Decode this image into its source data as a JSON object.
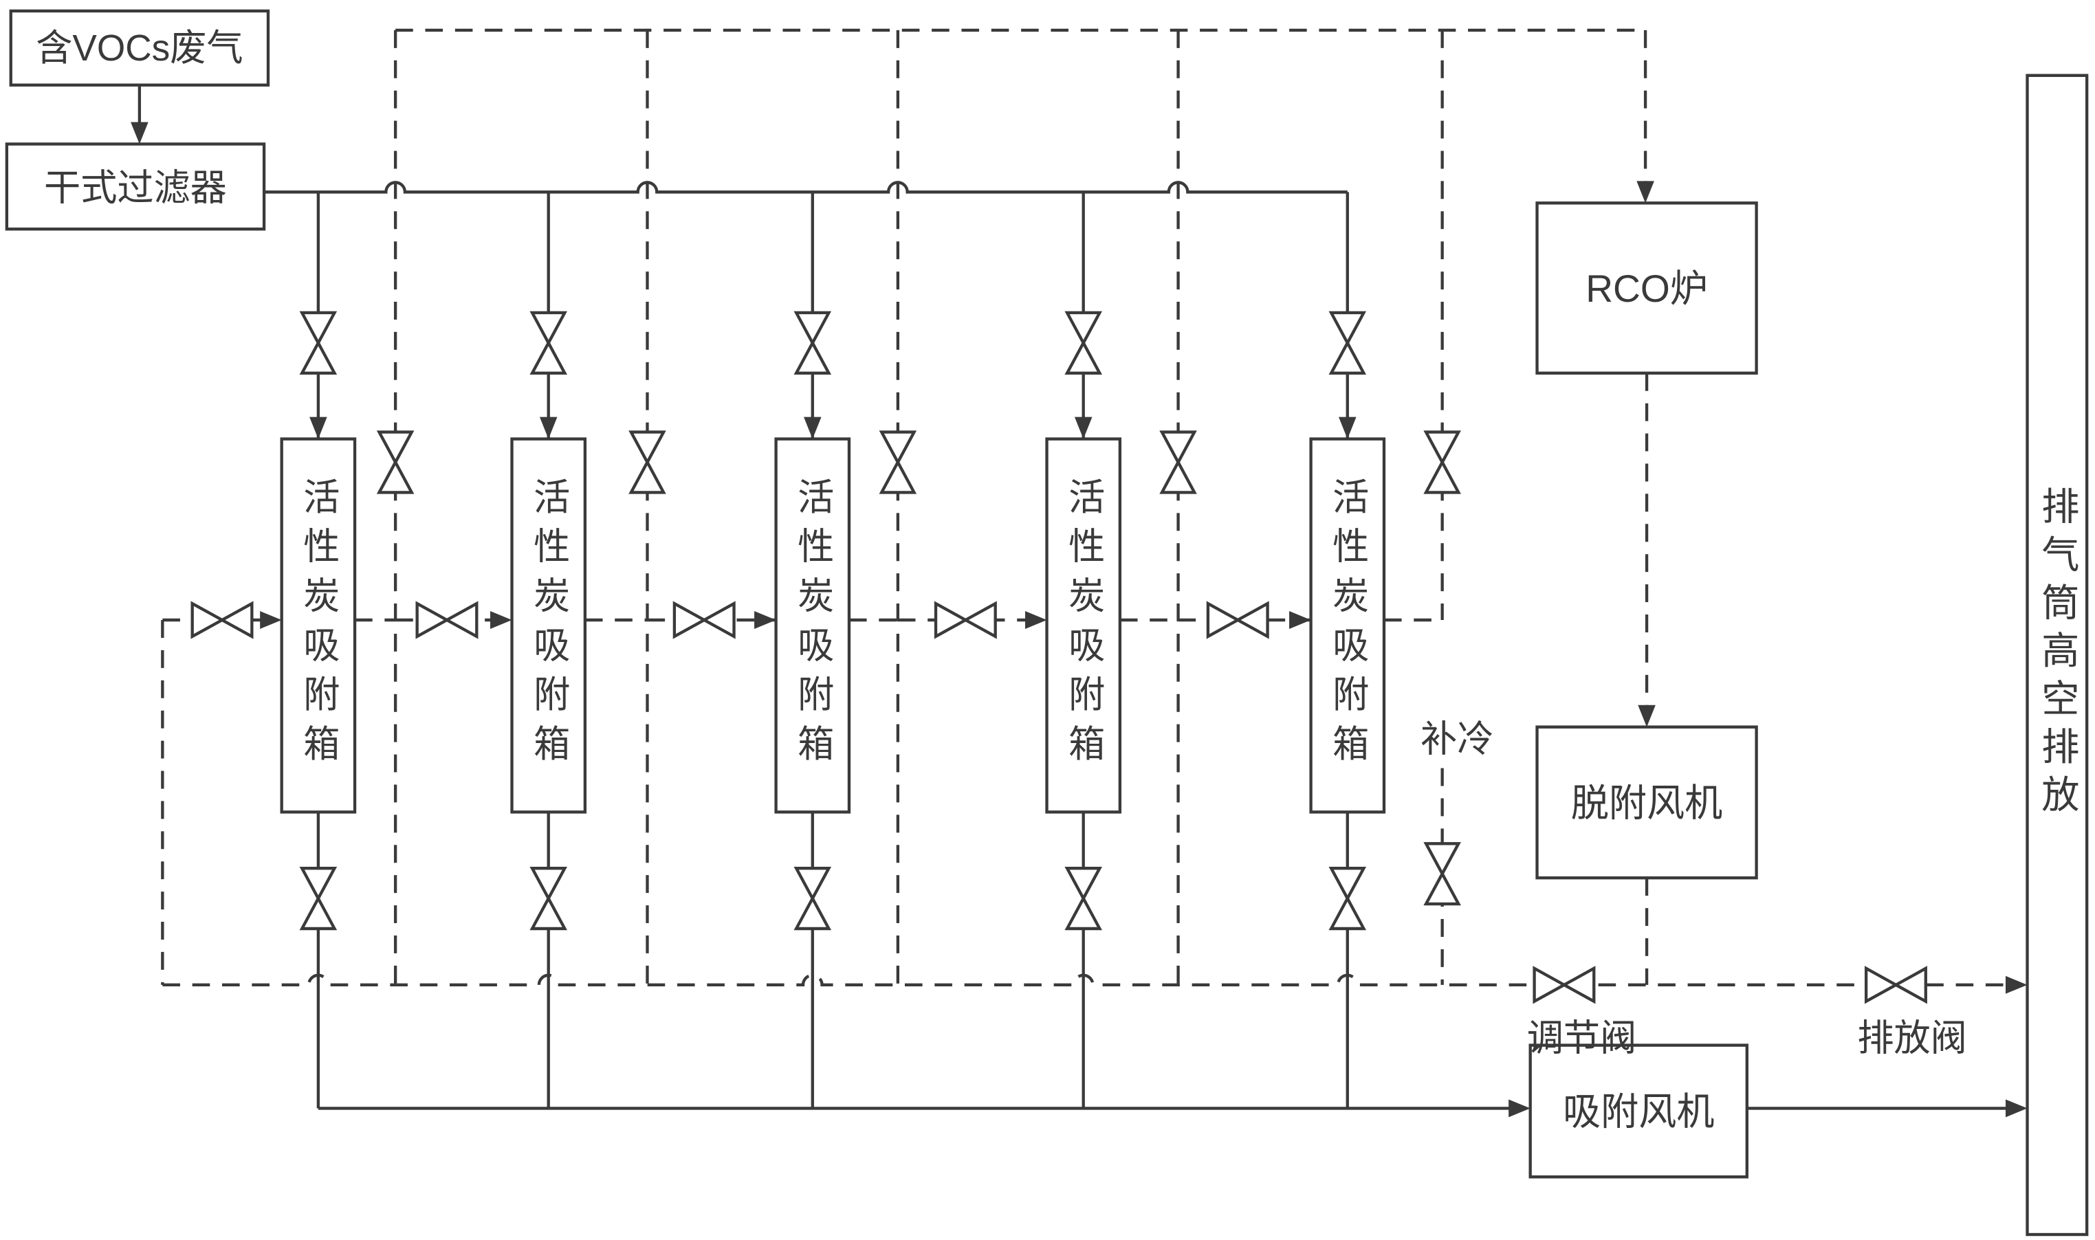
{
  "diagram": {
    "background": "#ffffff",
    "line_color": "#3a3a3a",
    "adsorber_count": 5,
    "nodes": {
      "waste_gas": {
        "label": "含VOCs废气"
      },
      "dry_filter": {
        "label": "干式过滤器"
      },
      "adsorber": {
        "label": "活性炭吸附箱"
      },
      "rco_furnace": {
        "label": "RCO炉"
      },
      "desorption_fan": {
        "label": "脱附风机"
      },
      "adsorption_fan": {
        "label": "吸附风机"
      },
      "exhaust_stack": {
        "label": "排气筒高空排放"
      }
    },
    "annotations": {
      "cooling_air": {
        "label": "补冷"
      },
      "regulating_valve": {
        "label": "调节阀"
      },
      "discharge_valve": {
        "label": "排放阀"
      }
    }
  }
}
